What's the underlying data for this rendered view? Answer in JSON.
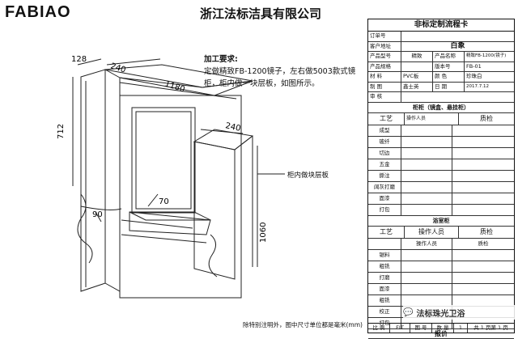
{
  "logo": "FABIAO",
  "company": "浙江法标洁具有限公司",
  "note": {
    "title": "加工要求:",
    "body": "定做精致FB-1200镜子，左右做5003款式镜柜，柜内做一块层板，如图所示。"
  },
  "inner_shelf_label": "柜内做块层板",
  "footnote": "除特别注明外，图中尺寸单位都是毫米(mm)",
  "dimensions": {
    "d128": "128",
    "d240a": "240",
    "d1180": "1180",
    "d240b": "240",
    "d712": "712",
    "d90": "90",
    "d70": "70",
    "d1060": "1060"
  },
  "card": {
    "title": "非标定制流程卡",
    "order_no_label": "订单号",
    "customer_label": "客户地址",
    "customer_value": "白象",
    "product_no_label": "产品型号",
    "product_no_value": "精致",
    "product_name_label": "产品名称",
    "product_name_value": "精致FB-1200(镜子)",
    "spec_label": "产品规格",
    "version_label": "版本号",
    "version_value": "FB-01",
    "material_label": "材 料",
    "material_value": "PVC板",
    "color_label": "颜 色",
    "color_value": "珍珠白",
    "drawing_label": "制 图",
    "drawing_value": "鑫士英",
    "date_label": "日 期",
    "date_value": "2017.7.12",
    "review_label": "审 核",
    "section1": "柜柜（镜盒、悬挂柜）",
    "col_process": "工艺",
    "col_operator": "操作人员",
    "col_quality": "质检",
    "procs1": [
      "成型",
      "玻纤",
      "切边",
      "五金",
      "撕注",
      "阔灰打磨",
      "面漆",
      "打包"
    ],
    "section2": "浴室柜",
    "sub_operator": "操作人员",
    "sub_quality": "质检",
    "procs2": [
      "锯料",
      "粗铣",
      "打磨",
      "面漆",
      "粗铣",
      "校正",
      "打包"
    ],
    "price_label": "报价",
    "foot": [
      "比 例",
      "FIT",
      "图 号",
      "数 量",
      "1",
      "共 1 页第 1 页"
    ]
  },
  "watermark": "法标珠光卫浴"
}
